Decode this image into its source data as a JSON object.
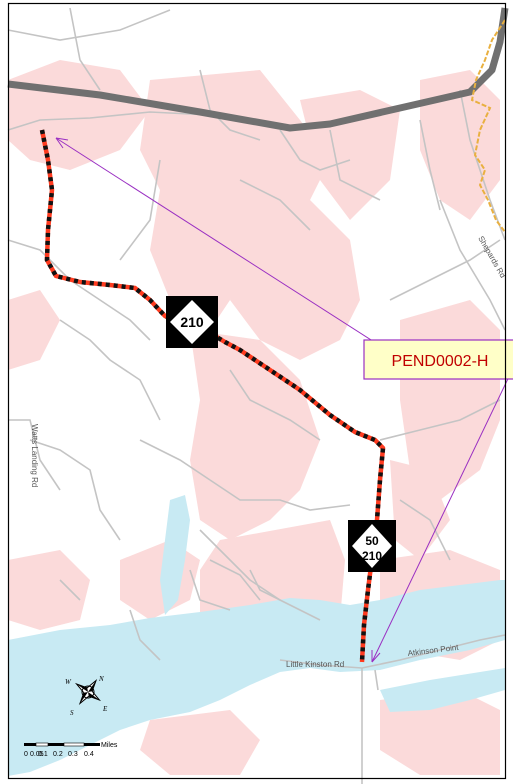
{
  "map": {
    "callout_label": "PEND0002-H",
    "route_shields": [
      {
        "lines": [
          "210"
        ]
      },
      {
        "lines": [
          "50",
          "210"
        ]
      }
    ],
    "road_labels": {
      "watts_landing": "Watts Landing Rd",
      "shepards": "Shepards Rd",
      "little_kinston": "Little Kinston Rd",
      "atkinson_point": "Atkinson Point"
    },
    "scale_bar": {
      "unit": "Miles",
      "ticks": [
        "0",
        "0.05",
        "0.1",
        "0.2",
        "0.3",
        "0.4"
      ]
    },
    "compass": {
      "n": "N",
      "s": "S",
      "e": "E",
      "w": "W"
    },
    "colors": {
      "water": "#c8eaf3",
      "developed": "#fbdada",
      "road": "#c4c4c4",
      "highway": "#707070",
      "route_red": "#ff3b1f",
      "route_black": "#111111",
      "callout_border": "#9a2fc2",
      "callout_bg": "#ffffc8",
      "callout_text": "#c00000",
      "boundary": "#e9b040"
    }
  }
}
